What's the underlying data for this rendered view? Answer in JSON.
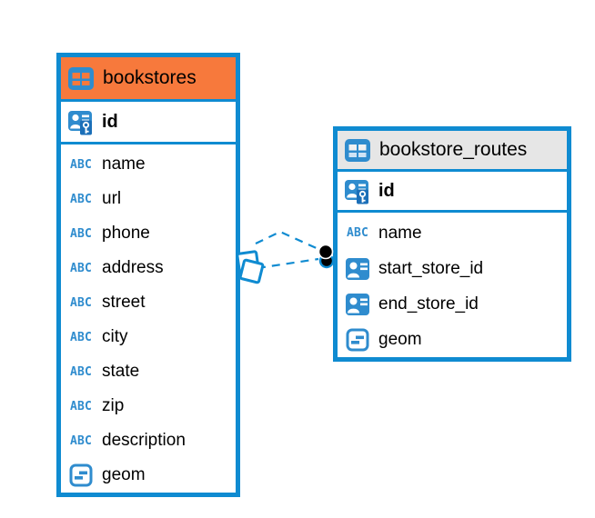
{
  "diagram": {
    "colors": {
      "table_border": "#0F8BD1",
      "bookstores_header": "#F7793C",
      "bookstore_routes_header": "#E6E6E6",
      "icon_blue": "#2F8CCE",
      "connector_line": "#0F8BD1",
      "connector_endpoint": "#000000"
    },
    "icons": {
      "table": "table-grid",
      "primary_key": "person-badge-with-key",
      "reference": "person-badge",
      "text_glyph": "ABC",
      "geometry": "rounded-square-dashes"
    },
    "tables": [
      {
        "title": "bookstores",
        "primary_key": {
          "name": "id"
        },
        "fields": [
          {
            "name": "name",
            "type": "text"
          },
          {
            "name": "url",
            "type": "text"
          },
          {
            "name": "phone",
            "type": "text"
          },
          {
            "name": "address",
            "type": "text"
          },
          {
            "name": "street",
            "type": "text"
          },
          {
            "name": "city",
            "type": "text"
          },
          {
            "name": "state",
            "type": "text"
          },
          {
            "name": "zip",
            "type": "text"
          },
          {
            "name": "description",
            "type": "text"
          },
          {
            "name": "geom",
            "type": "geometry"
          }
        ]
      },
      {
        "title": "bookstore_routes",
        "primary_key": {
          "name": "id"
        },
        "fields": [
          {
            "name": "name",
            "type": "text"
          },
          {
            "name": "start_store_id",
            "type": "reference"
          },
          {
            "name": "end_store_id",
            "type": "reference"
          },
          {
            "name": "geom",
            "type": "geometry"
          }
        ]
      }
    ],
    "relationships": [
      {
        "from_table": "bookstore_routes",
        "to_table": "bookstores",
        "style": "dashed"
      },
      {
        "from_table": "bookstore_routes",
        "to_table": "bookstores",
        "style": "dashed"
      }
    ]
  }
}
